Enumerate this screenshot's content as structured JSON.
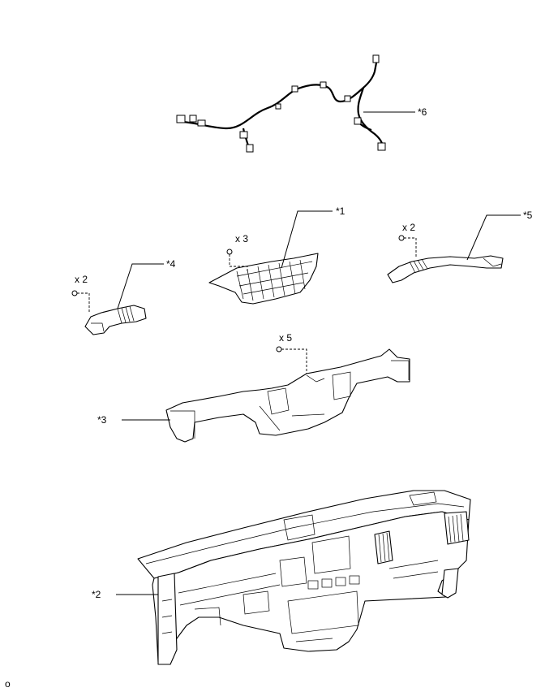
{
  "callouts": {
    "c1": "*1",
    "c2": "*2",
    "c3": "*3",
    "c4": "*4",
    "c5": "*5",
    "c6": "*6"
  },
  "quantities": {
    "q_part1": "x 3",
    "q_part4": "x 2",
    "q_part5": "x 2",
    "q_part3": "x 5"
  },
  "footer": {
    "mark": "o"
  }
}
